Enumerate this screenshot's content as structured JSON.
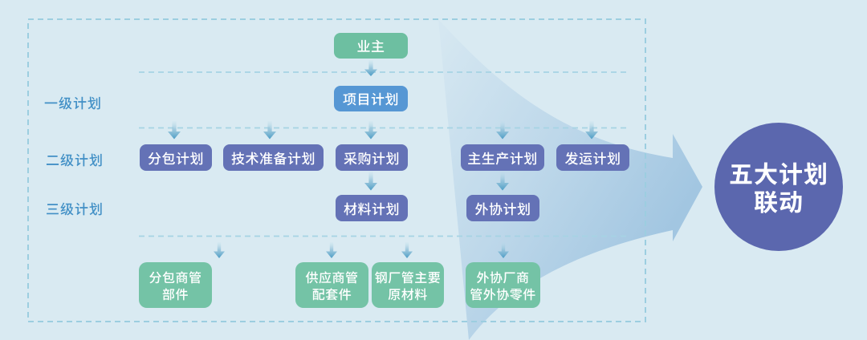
{
  "diagram": {
    "kind": "flowchart",
    "language": "zh-CN",
    "row_labels": [
      {
        "label": "一级计划"
      },
      {
        "label": "二级计划"
      },
      {
        "label": "三级计划"
      }
    ],
    "nodes": {
      "owner": {
        "label": "业主"
      },
      "project_plan": {
        "label": "项目计划"
      },
      "level2": [
        {
          "label": "分包计划"
        },
        {
          "label": "技术准备计划"
        },
        {
          "label": "采购计划"
        },
        {
          "label": "主生产计划"
        },
        {
          "label": "发运计划"
        }
      ],
      "level3": [
        {
          "label": "材料计划"
        },
        {
          "label": "外协计划"
        }
      ],
      "suppliers": [
        {
          "line1": "分包商管",
          "line2": "部件"
        },
        {
          "line1": "供应商管",
          "line2": "配套件"
        },
        {
          "line1": "钢厂管主要",
          "line2": "原材料"
        },
        {
          "line1": "外协厂商",
          "line2": "管外协零件"
        }
      ]
    },
    "summary_circle": {
      "line1": "五大计划",
      "line2": "联动"
    }
  },
  "palette": {
    "background": "#d9eaf2",
    "green_node": "#6dbfa1",
    "blue_node": "#5697d4",
    "purple_node": "#6472b6",
    "circle": "#5b67ae",
    "row_label_text": "#4290c6",
    "node_text": "#ffffff",
    "dashed_line": "#9ccee0",
    "arrow_head": "#4b9cc5",
    "swoosh_dark": "#a2c6e1"
  }
}
